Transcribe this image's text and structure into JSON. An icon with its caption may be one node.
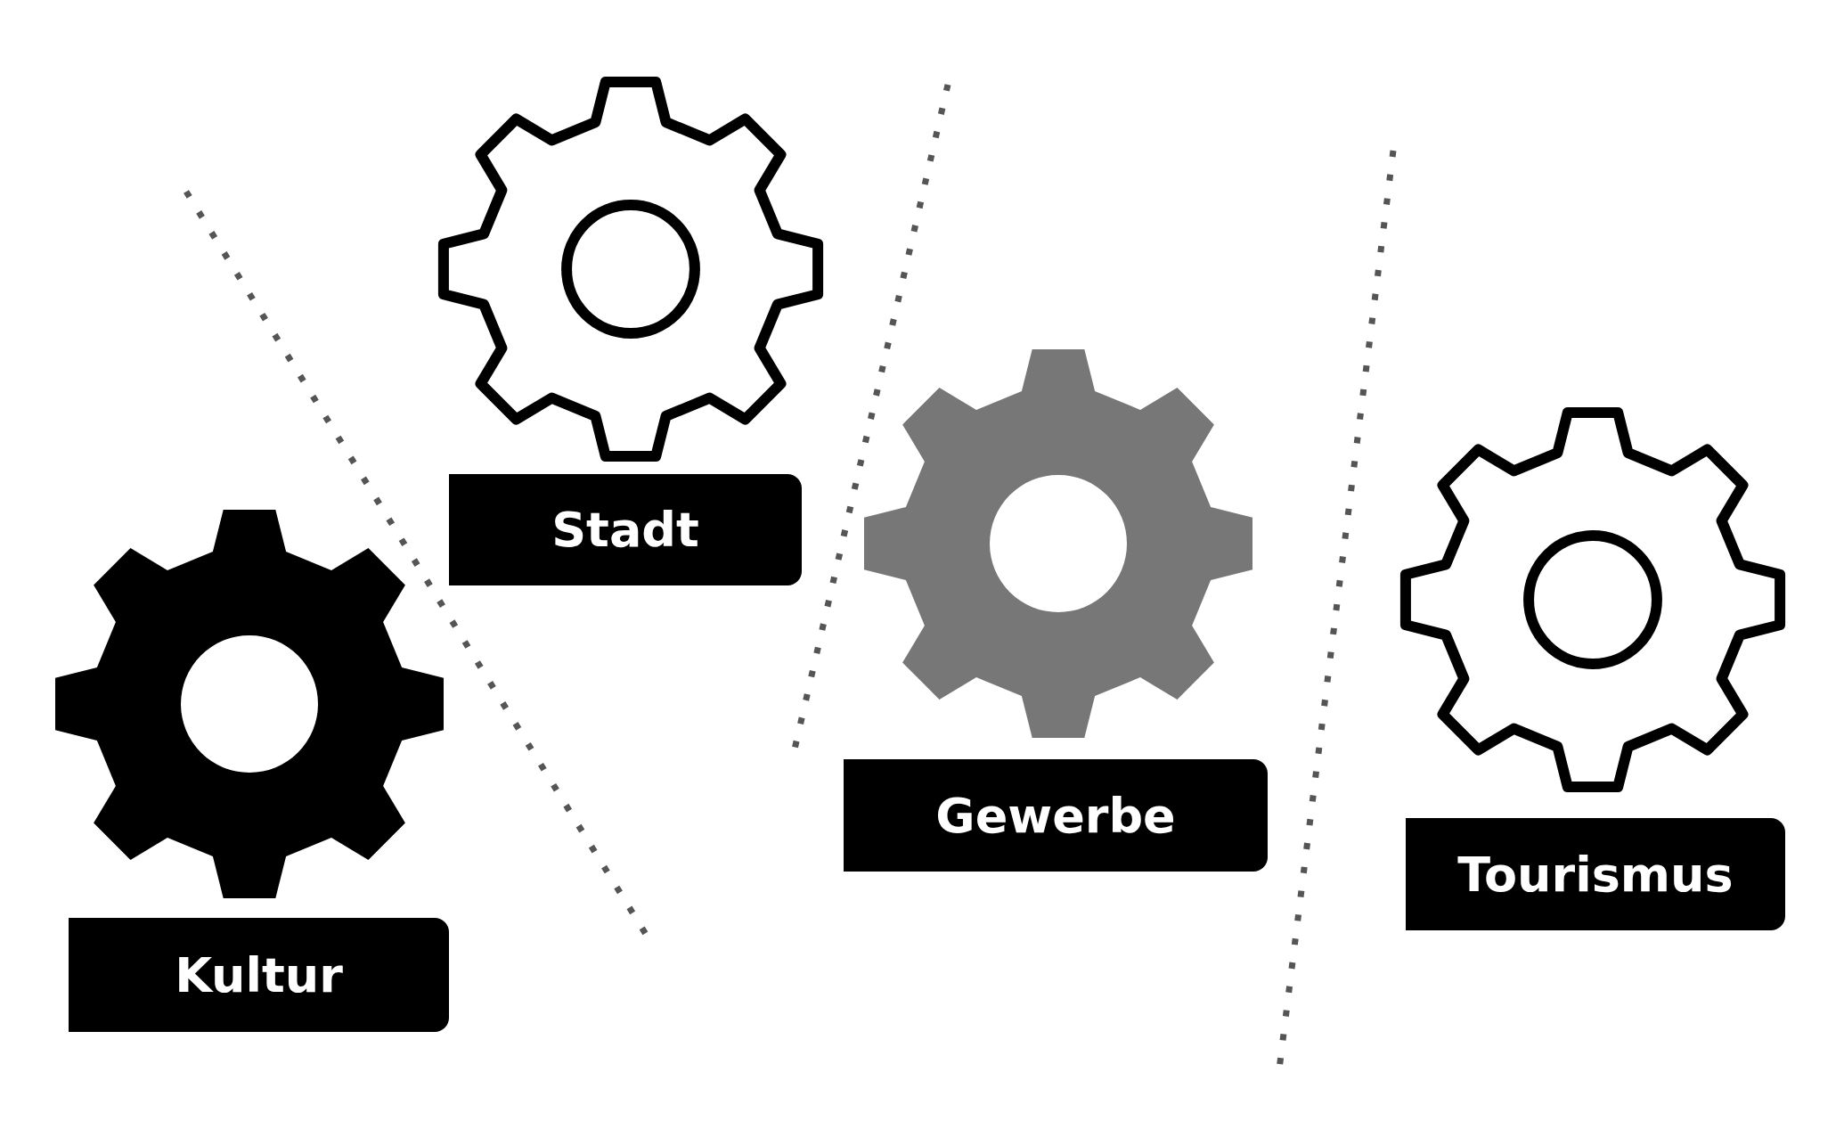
{
  "diagram": {
    "nodes": [
      {
        "text": [
          "Kultur"
        ]
      },
      {
        "text": [
          "Stadt"
        ]
      },
      {
        "text": [
          "Gewerbe"
        ]
      },
      {
        "text": [
          "Tourismus"
        ]
      }
    ]
  }
}
